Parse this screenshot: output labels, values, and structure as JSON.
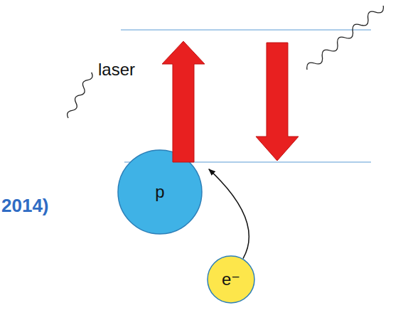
{
  "diagram": {
    "nodes": [
      {
        "text": [
          "p"
        ]
      },
      {
        "text": [
          "e⁻"
        ]
      }
    ],
    "edges": [
      {
        "from": 1,
        "to": 0,
        "arrow": "to"
      }
    ],
    "labels": [
      "laser",
      "2014)"
    ]
  }
}
